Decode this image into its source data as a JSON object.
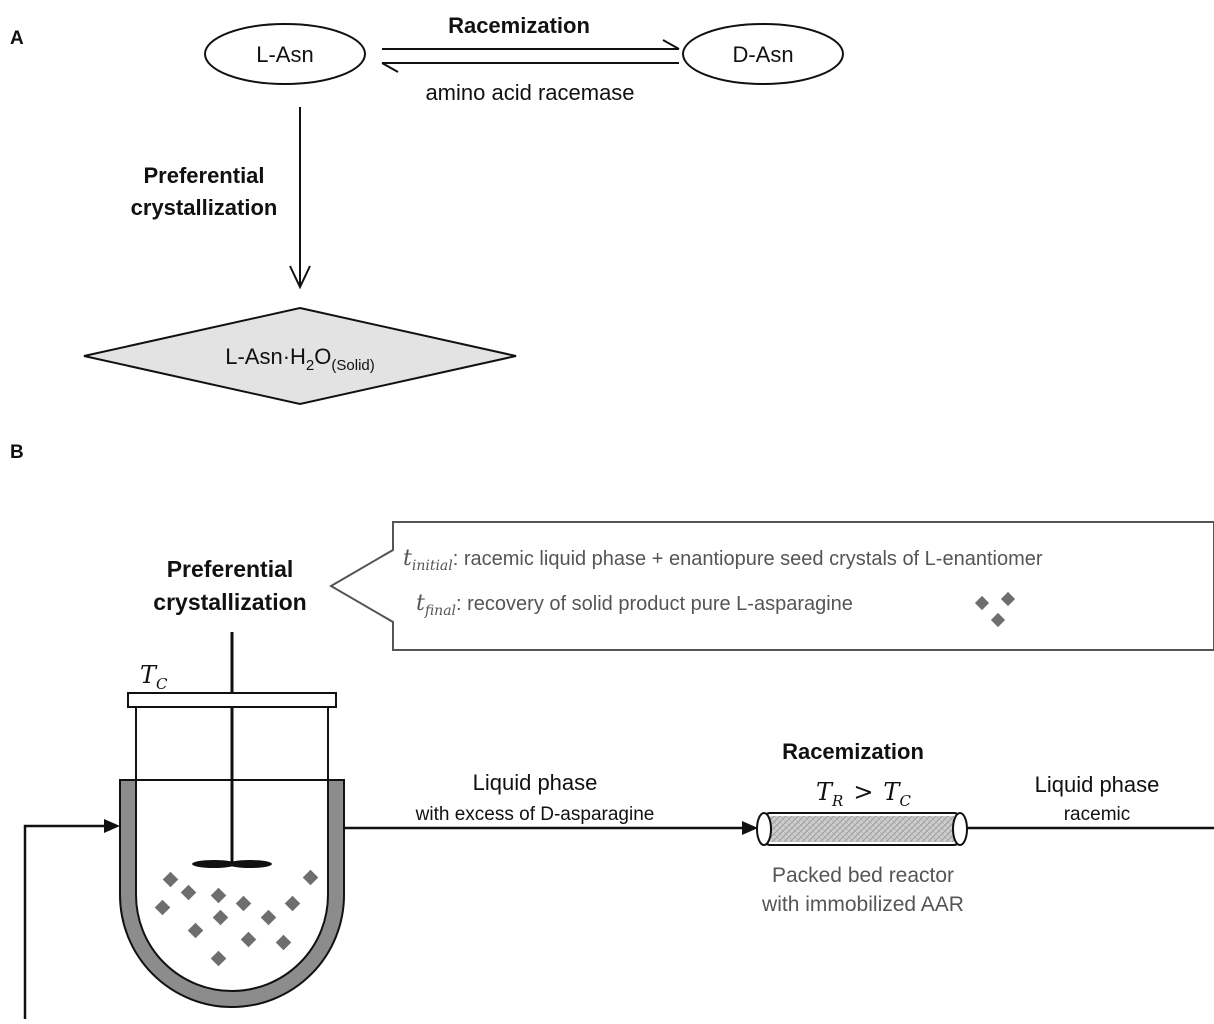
{
  "panel_a": {
    "label": "A",
    "node_l": "L-Asn",
    "node_d": "D-Asn",
    "racemization_title": "Racemization",
    "racemase": "amino acid racemase",
    "pc_line1": "Preferential",
    "pc_line2": "crystallization",
    "solid_main": "L-Asn·H",
    "solid_sub2": "2",
    "solid_o": "O",
    "solid_sub_phase": "(Solid)"
  },
  "panel_b": {
    "label": "B",
    "pc_line1": "Preferential",
    "pc_line2": "crystallization",
    "callout": {
      "t_initial_base": "t",
      "t_initial_sub": "initial",
      "line1": ": racemic liquid phase + enantiopure seed crystals of L-enantiomer",
      "t_final_base": "t",
      "t_final_sub": "final",
      "line2": ": recovery of solid product pure L-asparagine"
    },
    "tc_base": "T",
    "tc_sub": "C",
    "liquid_phase_1": "Liquid phase",
    "liquid_phase_1_note": "with excess of D-asparagine",
    "racemization_title": "Racemization",
    "tr_base": "T",
    "tr_sub": "R",
    "tr_gt": ">",
    "tr_base2": "T",
    "tr_sub2": "C",
    "pbr_line1": "Packed bed reactor",
    "pbr_line2": "with immobilized  AAR",
    "liquid_phase_2": "Liquid phase",
    "liquid_phase_2_note": "racemic"
  },
  "colors": {
    "line": "#111111",
    "text": "#111111",
    "grey_text": "#555555",
    "crystal": "#6e6e6e",
    "jacket": "#8c8c8c",
    "diamond_fill": "#e3e3e3",
    "bed_fill": "#c8c8c8"
  }
}
